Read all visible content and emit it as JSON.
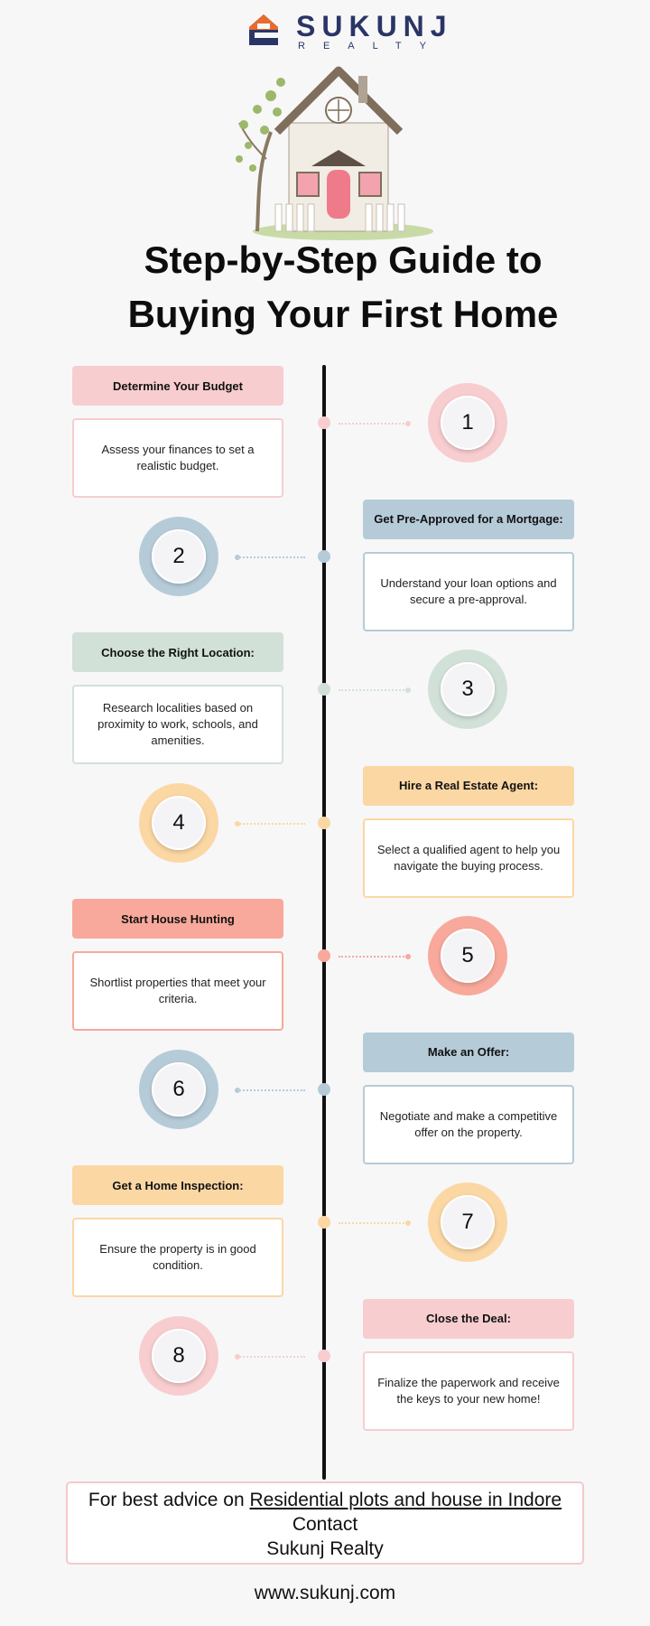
{
  "brand": {
    "name": "SUKUNJ",
    "tagline": "REALTY",
    "colors": {
      "navy": "#2a3566",
      "orange": "#e86a2c"
    }
  },
  "hero": {
    "image": "house-illustration"
  },
  "title": {
    "line1": "Step-by-Step Guide to",
    "line2": "Buying Your First Home"
  },
  "steps": [
    {
      "number": "1",
      "heading": "Determine Your Budget",
      "description": "Assess your finances to set a realistic budget.",
      "color": "#f8cdcf",
      "side": "left"
    },
    {
      "number": "2",
      "heading": "Get Pre-Approved for a Mortgage:",
      "description": "Understand your loan options and secure a pre-approval.",
      "color": "#b6cbd8",
      "side": "right"
    },
    {
      "number": "3",
      "heading": "Choose the Right Location:",
      "description": "Research localities based on proximity to work, schools, and amenities.",
      "color": "#d2e1d8",
      "side": "left"
    },
    {
      "number": "4",
      "heading": "Hire a Real Estate Agent:",
      "description": "Select a qualified agent to help you navigate the buying process.",
      "color": "#fbd7a4",
      "side": "right"
    },
    {
      "number": "5",
      "heading": "Start House Hunting",
      "description": "Shortlist properties that meet your criteria.",
      "color": "#f8a99b",
      "side": "left"
    },
    {
      "number": "6",
      "heading": "Make an Offer:",
      "description": "Negotiate and make a competitive offer on the property.",
      "color": "#b6cbd8",
      "side": "right"
    },
    {
      "number": "7",
      "heading": "Get a Home Inspection:",
      "description": "Ensure the property is in good condition.",
      "color": "#fbd7a4",
      "side": "left"
    },
    {
      "number": "8",
      "heading": "Close the Deal:",
      "description": "Finalize the paperwork and receive the keys to your new home!",
      "color": "#f8cdcf",
      "side": "right"
    }
  ],
  "footer": {
    "prefix": "For best advice on ",
    "link": "Residential plots and house in Indore",
    "line2": "Contact",
    "line3": "Sukunj Realty",
    "website": "www.sukunj.com"
  }
}
